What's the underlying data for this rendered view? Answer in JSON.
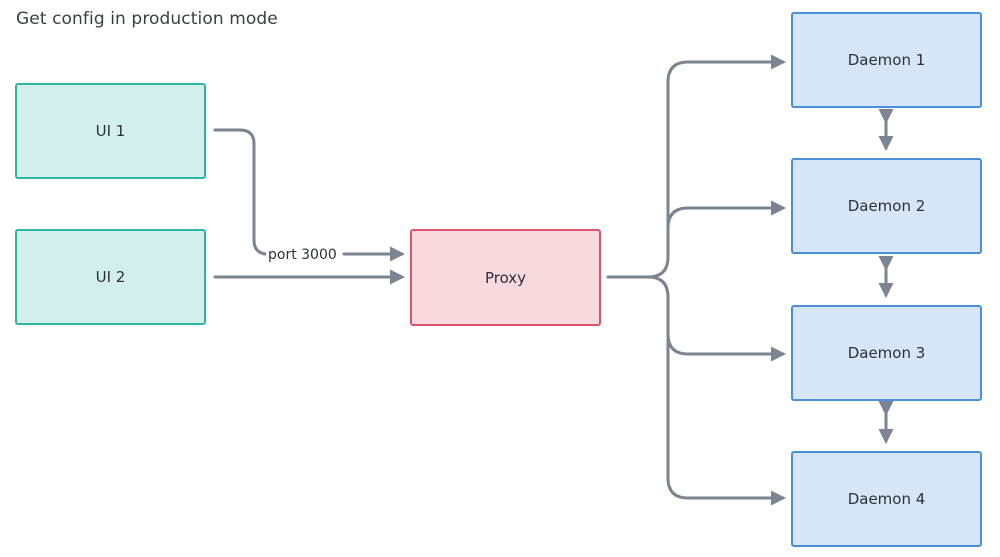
{
  "title": "Get config in production mode",
  "colors": {
    "ui_fill": "#d3efec",
    "ui_stroke": "#2db6a3",
    "proxy_fill": "#f7d9de",
    "proxy_stroke": "#d8556b",
    "daemon_fill": "#d6e6f7",
    "daemon_stroke": "#4a90d9",
    "connector": "#7a8591"
  },
  "nodes": {
    "ui1": "UI 1",
    "ui2": "UI 2",
    "proxy": "Proxy",
    "daemon1": "Daemon 1",
    "daemon2": "Daemon 2",
    "daemon3": "Daemon 3",
    "daemon4": "Daemon 4"
  },
  "edges": {
    "ui_to_proxy_label": "port 3000"
  }
}
